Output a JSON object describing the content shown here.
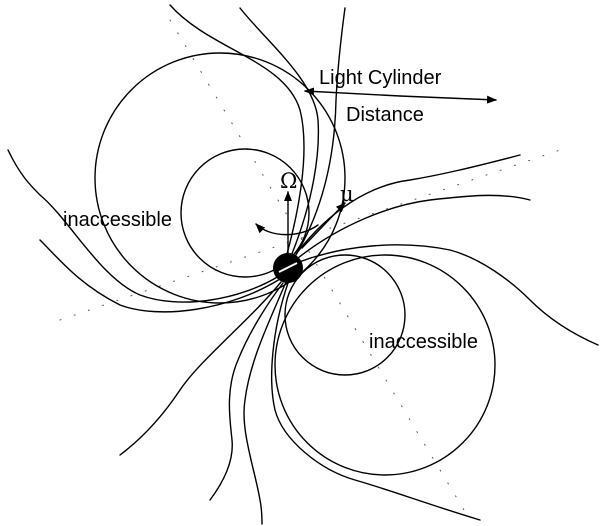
{
  "labels": {
    "light_cylinder_line1": "Light Cylinder",
    "light_cylinder_line2": "Distance",
    "inaccessible_left": "inaccessible",
    "inaccessible_right": "inaccessible",
    "omega_symbol": "Ω",
    "mu_symbol": "μ"
  }
}
